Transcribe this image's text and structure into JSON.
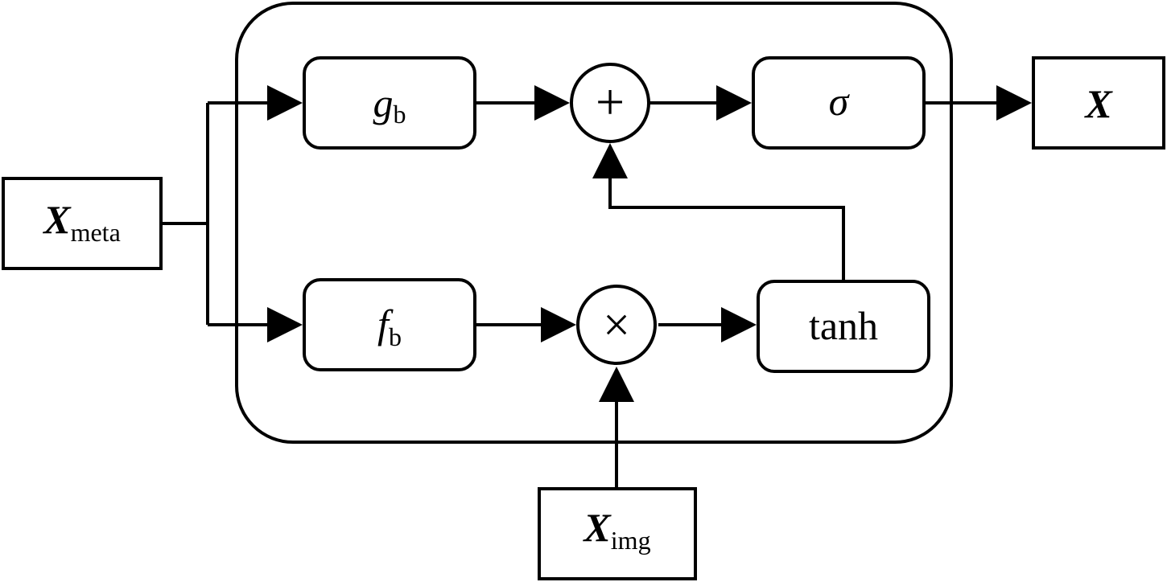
{
  "nodes": {
    "x_meta": {
      "main": "X",
      "sub": "meta"
    },
    "x_img": {
      "main": "X",
      "sub": "img"
    },
    "x_out": {
      "main": "X"
    },
    "g_b": {
      "main": "g",
      "sub": "b"
    },
    "f_b": {
      "main": "f",
      "sub": "b"
    },
    "add": {
      "symbol": "+"
    },
    "mul": {
      "symbol": "×"
    },
    "sigma": {
      "main": "σ"
    },
    "tanh": {
      "main": "tanh"
    }
  }
}
